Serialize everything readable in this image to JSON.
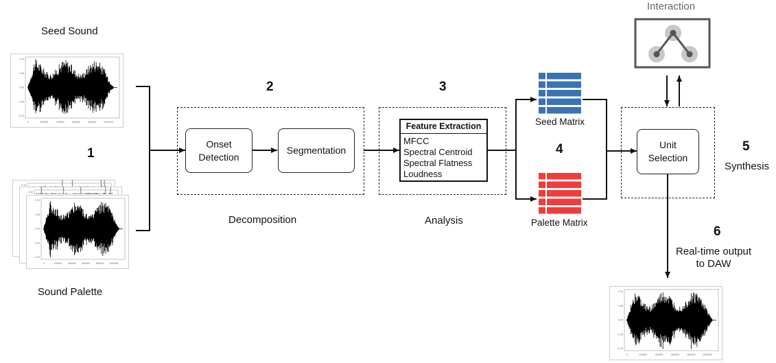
{
  "stages": {
    "seed_sound": "Seed Sound",
    "sound_palette": "Sound Palette",
    "decomposition": "Decomposition",
    "analysis": "Analysis",
    "synthesis": "Synthesis",
    "interaction": "Interaction",
    "output_line1": "Real-time output",
    "output_line2": "to DAW"
  },
  "numbers": {
    "n1": "1",
    "n2": "2",
    "n3": "3",
    "n4": "4",
    "n5": "5",
    "n6": "6"
  },
  "boxes": {
    "onset_line1": "Onset",
    "onset_line2": "Detection",
    "segmentation": "Segmentation",
    "unit_line1": "Unit",
    "unit_line2": "Selection"
  },
  "feature_extraction": {
    "title": "Feature Extraction",
    "items": [
      "MFCC",
      "Spectral Centroid",
      "Spectral Flatness",
      "Loudness"
    ]
  },
  "matrices": {
    "seed": "Seed Matrix",
    "palette": "Palette Matrix",
    "seed_color": "#3a73b5",
    "palette_color": "#f03c3c"
  },
  "waveform_ticks": {
    "y": [
      "0.10",
      "0.05",
      "0.00",
      "-0.05",
      "-0.10"
    ],
    "x": [
      "0",
      "200000",
      "400000",
      "600000",
      "800000",
      "1000000"
    ]
  },
  "interaction_colors": {
    "node": "#c8c8c8",
    "line": "#555555",
    "frame": "#555555"
  }
}
